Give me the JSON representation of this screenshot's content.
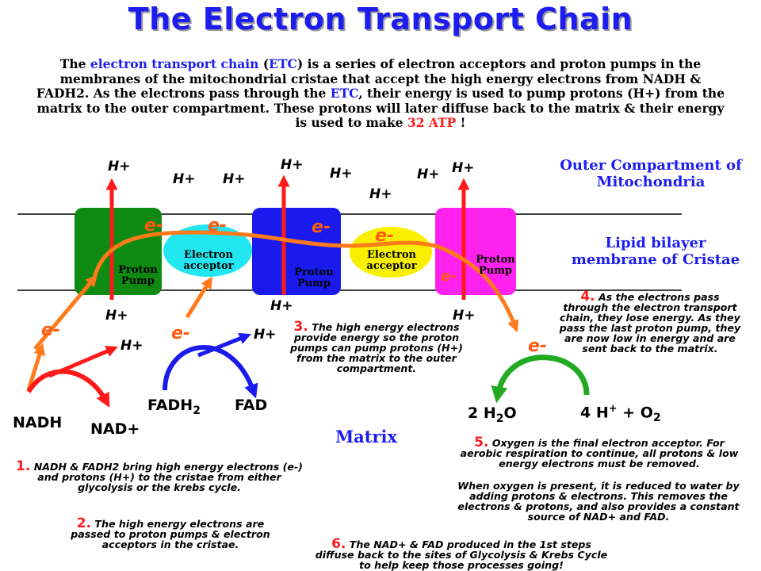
{
  "title": "The Electron Transport Chain",
  "intro": {
    "p1": "The ",
    "etc_term": "electron transport chain",
    "p2": " (",
    "etc_abbr": "ETC",
    "p3": ") is a series of electron acceptors and proton pumps in the membranes of the mitochondrial cristae that accept the high energy electrons from NADH & FADH2. As the electrons pass through the ",
    "etc_abbr2": "ETC",
    "p4": ", their energy is used to pump protons (H+) from the matrix to the outer compartment. These protons will later diffuse back to the matrix & their energy is used to make ",
    "atp": "32 ATP",
    "p5": " !"
  },
  "labels": {
    "outer_compartment": "Outer Compartment of Mitochondria",
    "lipid_bilayer": "Lipid bilayer membrane of Cristae",
    "matrix": "Matrix",
    "proton_pump": "Proton Pump",
    "electron_acceptor": "Electron acceptor",
    "h_plus": "H+",
    "electron": "e-",
    "nadh": "NADH",
    "nad_plus": "NAD+",
    "fadh2": "FADH",
    "fadh2_sub": "2",
    "fad": "FAD",
    "water_2": "2 H",
    "water_sub": "2",
    "water_o": "O",
    "oxy_4h": "4 H",
    "oxy_plus_sup": "+",
    "oxy_plus": " +  O",
    "oxy_sub": "2"
  },
  "notes": {
    "n1_num": "1.",
    "n1_text": " NADH & FADH2 bring high energy electrons (e-) and protons (H+) to the cristae from either glycolysis or the krebs cycle.",
    "n2_num": "2.",
    "n2_text": " The high energy electrons are passed to proton pumps & electron acceptors in the cristae.",
    "n3_num": "3.",
    "n3_text": " The high energy electrons provide energy so the proton pumps can pump protons (H+) from the matrix to the outer compartment.",
    "n4_num": "4.",
    "n4_text": " As the electrons pass through the electron transport chain, they lose energy. As they pass the last proton pump, they are now low in energy and are sent back to the matrix.",
    "n5_num": "5.",
    "n5_text": " Oxygen is the final electron acceptor. For aerobic respiration to continue, all protons & low energy electrons must be removed.",
    "n5b_text": "When oxygen is present, it is reduced to water by adding protons & electrons. This removes the electrons & protons, and also provides a constant source of NAD+ and FAD.",
    "n6_num": "6.",
    "n6_text": " The NAD+ & FAD produced in the 1st steps diffuse back to the sites of Glycolysis & Krebs Cycle to help keep those processes going!"
  },
  "colors": {
    "pump1": "#0e8a12",
    "pump2": "#1a1aee",
    "pump3": "#ff22ee",
    "acceptor1": "#22e6f0",
    "acceptor2": "#f8f000",
    "electron_path": "#ff7a1a",
    "proton_arrow": "#ff1a1a",
    "fad_arrow": "#1a1aee",
    "water_arrow": "#22aa22"
  }
}
